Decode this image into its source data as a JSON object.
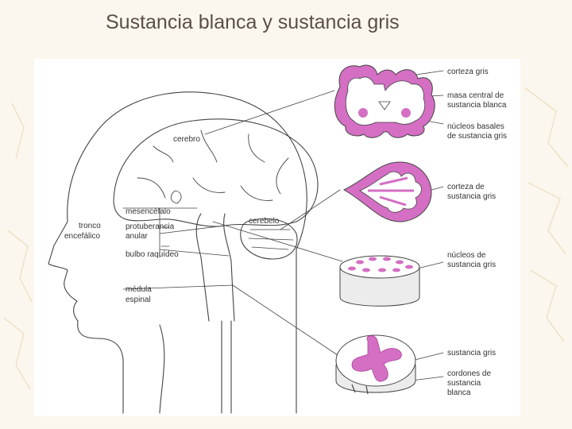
{
  "slide": {
    "title": "Sustancia blanca y sustancia gris"
  },
  "labels": {
    "cerebro": "cerebro",
    "cerebelo": "cerebelo",
    "tronco": [
      "tronco",
      "encefálico"
    ],
    "mesencefalo": "mesencéfalo",
    "protuberancia": [
      "protuberancia",
      "anular"
    ],
    "bulbo": "bulbo raquídeo",
    "medula": [
      "médula",
      "espinal"
    ],
    "corteza_gris": "corteza gris",
    "masa_central": [
      "masa central de",
      "sustancia blanca"
    ],
    "nucleos_basales": [
      "núcleos basales",
      "de sustancia gris"
    ],
    "corteza_de_gris": [
      "corteza de",
      "sustancia gris"
    ],
    "nucleos_de_gris": [
      "núcleos de",
      "sustancia gris"
    ],
    "sustancia_gris": "sustancia gris",
    "cordones": [
      "cordones de",
      "sustancia",
      "blanca"
    ]
  },
  "colors": {
    "gray_matter": "#d46fc4",
    "gray_matter_light": "#e9b8e2",
    "line": "#444444",
    "text": "#333333",
    "title": "#5b4f45",
    "background": "#fbf7ee"
  }
}
